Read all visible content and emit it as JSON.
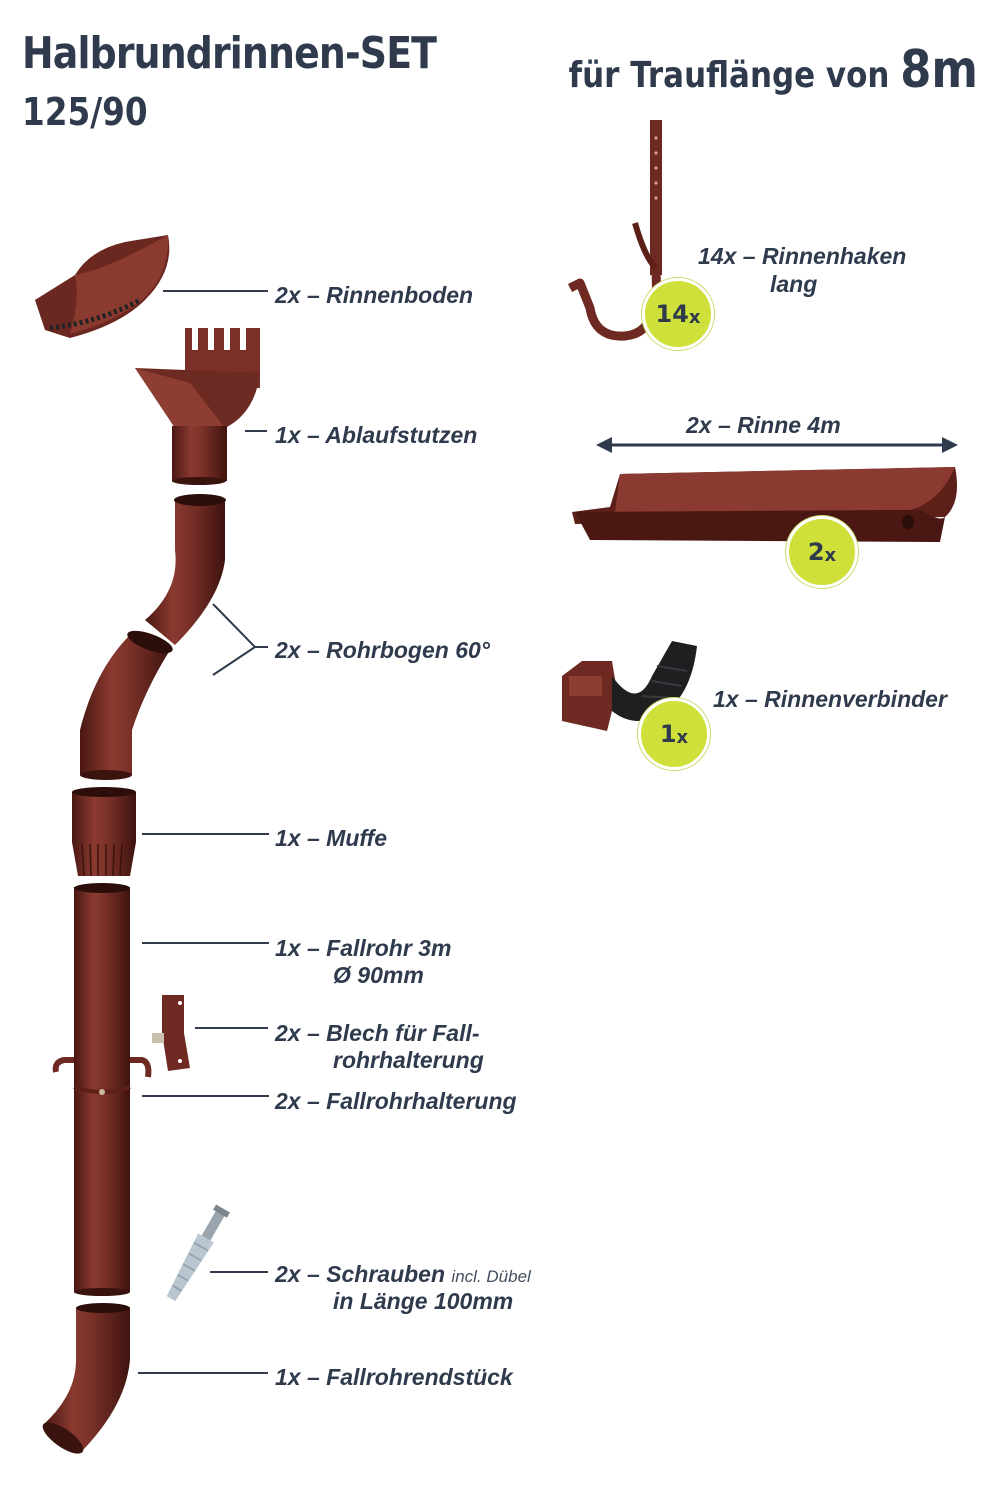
{
  "header": {
    "title": "Halbrundrinnen-SET",
    "subtitle": "125/90",
    "headline_text": "für Trauflänge von",
    "headline_value": "8m"
  },
  "items": {
    "rinnenboden": "2x – Rinnenboden",
    "ablaufstutzen": "1x – Ablaufstutzen",
    "rohrbogen": "2x – Rohrbogen 60°",
    "muffe": "1x – Muffe",
    "fallrohr_line1": "1x – Fallrohr 3m",
    "fallrohr_line2": "Ø 90mm",
    "blech_line1": "2x – Blech für Fall-",
    "blech_line2": "rohrhalterung",
    "fallrohrhalterung": "2x – Fallrohrhalterung",
    "schrauben_main": "2x – Schrauben",
    "schrauben_small": "incl. Dübel",
    "schrauben_line2": "in Länge 100mm",
    "endstueck": "1x – Fallrohrendstück",
    "rinnenhaken_line1": "14x – Rinnenhaken",
    "rinnenhaken_line2": "lang",
    "rinne": "2x – Rinne 4m",
    "rinnenverbinder": "1x – Rinnenverbinder"
  },
  "badges": {
    "rinnenhaken": {
      "count": "14",
      "unit": "x"
    },
    "rinne": {
      "count": "2",
      "unit": "x"
    },
    "rinnenverbinder": {
      "count": "1",
      "unit": "x"
    }
  },
  "colors": {
    "text": "#2f3b4d",
    "copper_brown": "#6e2a22",
    "badge": "#cfe03a"
  }
}
